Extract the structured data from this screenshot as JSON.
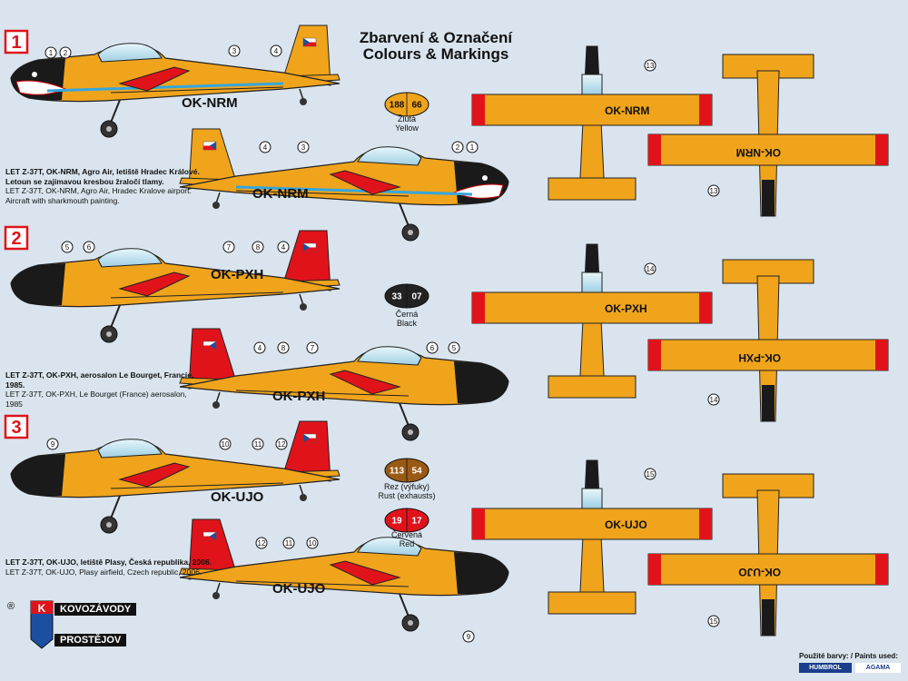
{
  "heading": {
    "line1": "Zbarvení & Označení",
    "line2": "Colours & Markings"
  },
  "schemes": [
    {
      "number": "1",
      "caption_cz_bold": "LET Z-37T, OK-NRM, Agro Air, letiště Hradec Králové. Letoun se zajímavou kresbou žraločí tlamy.",
      "caption_en": "LET Z-37T, OK-NRM, Agro Air, Hradec Kralove airport. Aircraft with sharkmouth painting.",
      "registration": "OK-NRM",
      "registration_mirror": "OK-NRM"
    },
    {
      "number": "2",
      "caption_cz_bold": "LET Z-37T, OK-PXH, aerosalon Le Bourget, Francie, 1985.",
      "caption_en": "LET Z-37T, OK-PXH, Le Bourget (France) aerosalon, 1985",
      "registration": "OK-PXH",
      "registration_mirror": "OK-PXH"
    },
    {
      "number": "3",
      "caption_cz_bold": "LET Z-37T, OK-UJO, letiště Plasy, Česká republika, 2006.",
      "caption_en": "LET Z-37T, OK-UJO, Plasy airfield, Czech republic, 2006.",
      "registration": "OK-UJO",
      "registration_mirror": "OK-UJO"
    }
  ],
  "paints": [
    {
      "codes": [
        "188",
        "66"
      ],
      "name_cz": "Žlutá",
      "name_en": "Yellow",
      "color": "#f0a41c",
      "text_color": "#111111"
    },
    {
      "codes": [
        "33",
        "07"
      ],
      "name_cz": "Černá",
      "name_en": "Black",
      "color": "#222222",
      "text_color": "#ffffff"
    },
    {
      "codes": [
        "113",
        "54"
      ],
      "name_cz": "Rez (výfuky)",
      "name_en": "Rust (exhausts)",
      "color": "#9a5a14",
      "text_color": "#ffffff"
    },
    {
      "codes": [
        "19",
        "17"
      ],
      "name_cz": "Červená",
      "name_en": "Red",
      "color": "#e0131b",
      "text_color": "#ffffff"
    }
  ],
  "markers": {
    "s1_top": [
      "1",
      "2",
      "3",
      "4"
    ],
    "s1_bottom": [
      "4",
      "3",
      "2",
      "1"
    ],
    "s2_top": [
      "5",
      "6",
      "7",
      "8",
      "4"
    ],
    "s2_bottom": [
      "4",
      "8",
      "7",
      "6",
      "5"
    ],
    "s3_top": [
      "9",
      "10",
      "11",
      "12"
    ],
    "s3_bottom": [
      "12",
      "11",
      "10",
      "9"
    ],
    "plan_row1": [
      "13",
      "13"
    ],
    "plan_row2": [
      "14",
      "14"
    ],
    "plan_row3": [
      "15",
      "15"
    ]
  },
  "paints_used_label": "Použité barvy: / Paints used:",
  "paints_brand1": "HUMBROL",
  "paints_brand2": "AGAMA",
  "logo": {
    "line1": "KOVOZÁVODY",
    "line2": "PROSTĚJOV",
    "registered": "®"
  },
  "colors": {
    "yellow": "#f0a41c",
    "red": "#e0131b",
    "black": "#1a1a1a",
    "blue": "#34a6dc",
    "background": "#d9e4ee"
  }
}
